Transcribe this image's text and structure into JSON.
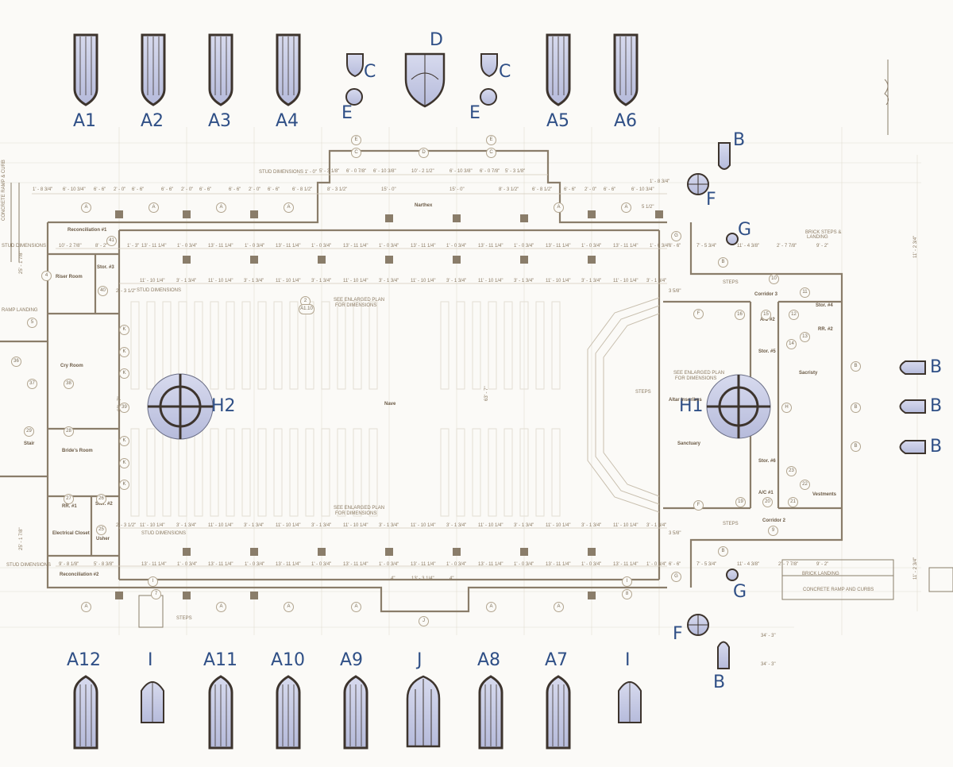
{
  "colors": {
    "glass": "#c9cde6",
    "frame": "#3d342d",
    "wall": "#8a7d6a",
    "line": "#c8bfae",
    "label": "#2f4f86",
    "text": "#6b5a45"
  },
  "windows_top": [
    "A1",
    "A2",
    "A3",
    "A4",
    "A5",
    "A6"
  ],
  "windows_bottom": [
    "A12",
    "A11",
    "A10",
    "A9",
    "A8",
    "A7"
  ],
  "letters": {
    "b": "B",
    "c": "C",
    "d": "D",
    "e": "E",
    "f": "F",
    "g": "G",
    "i": "I",
    "j": "J",
    "h1": "H1",
    "h2": "H2"
  },
  "rooms": {
    "narthex": "Narthex",
    "nave": "Nave",
    "sanctuary": "Sanctuary",
    "sacristy": "Sacristy",
    "vestments": "Vestments",
    "corridor3": "Corridor 3",
    "corridor2": "Corridor 2",
    "stor4": "Stor. #4",
    "stor5": "Stor. #5",
    "stor6": "Stor. #6",
    "stor3": "Stor. #3",
    "stor2": "Stor. #2",
    "rr2": "RR. #2",
    "rr1": "RR. #1",
    "ac1": "A/C #1",
    "ac2": "A/C #2",
    "recon1": "Reconciliation #1",
    "recon2": "Reconciliation #2",
    "riser": "Riser Room",
    "cry": "Cry Room",
    "brides": "Bride's Room",
    "elec": "Electrical Closet",
    "usher": "Usher",
    "stair": "Stair",
    "altar": "Altar Inscribes",
    "see_plan": "SEE ENLARGED PLAN",
    "for_dims": "FOR DIMENSIONS",
    "steps": "STEPS",
    "brick_steps": "BRICK STEPS &",
    "landing": "LANDING",
    "brick_landing": "BRICK LANDING",
    "ramp": "CONCRETE RAMP AND CURBS",
    "ramp_curb": "CONCRETE RAMP & CURB",
    "ramp_landing": "RAMP LANDING",
    "stud": "STUD DIMENSIONS",
    "stud_top": "STUD DIMENSIONS 1' - 0\""
  },
  "dims": {
    "d1": "1' - 8 3/4\"",
    "d2": "6' - 10 3/4\"",
    "d3": "6' - 6\"",
    "d4": "2' - 0\"",
    "d5": "6' - 8 1/2\"",
    "d6": "8' - 3 1/2\"",
    "d7": "15' - 0\"",
    "d8": "5' - 3 1/8\"",
    "d9": "6' - 0 7/8\"",
    "d10": "6' - 10 3/8\"",
    "d11": "10' - 2 1/2\"",
    "d12": "13' - 11 1/4\"",
    "d13": "1' - 0 3/4\"",
    "d14": "11' - 10 1/4\"",
    "d15": "3' - 1 3/4\"",
    "d16": "5 1/2\"",
    "d17": "63' - 7\"",
    "d18": "13' - 3 1/4\"",
    "d19": "7' - 5 3/4\"",
    "d20": "11' - 4 3/8\"",
    "d21": "2' - 7 7/8\"",
    "d22": "9' - 2\"",
    "d23": "34' - 3\"",
    "d24": "10' - 2 7/8\"",
    "d25": "8' - 2\"",
    "d26": "9' - 8 1/8\"",
    "d27": "5' - 8 3/8\"",
    "d28": "1' - 3\"",
    "d29": "2' - 3 1/2\"",
    "d30": "3 5/8\"",
    "d31": "11' - 2 3/4\"",
    "d32": "25' - 1 7/8\"",
    "d33": "4\"",
    "d34": "6' - 6\""
  },
  "tags": {
    "t40": "40",
    "t41": "41",
    "t36": "36",
    "t37": "37",
    "t38": "38",
    "t39": "39",
    "t28": "28",
    "t29": "29",
    "t27": "27",
    "t26": "26",
    "t25": "25",
    "t10": "10",
    "t11": "11",
    "t12": "12",
    "t13": "13",
    "t14": "14",
    "t15": "15",
    "t16": "16",
    "t20": "20",
    "t21": "21",
    "t22": "22",
    "t23": "23",
    "t19": "19",
    "t9": "9",
    "t8": "8",
    "t7": "7",
    "t5": "5",
    "t4": "4",
    "t2": "2",
    "ta": "A",
    "tk": "K",
    "tb": "B",
    "tfx": "F",
    "tgx": "G",
    "th": "H",
    "tix": "I",
    "tjx": "J",
    "tc": "C",
    "te": "E",
    "tdx": "D",
    "a110": "A1.10"
  }
}
